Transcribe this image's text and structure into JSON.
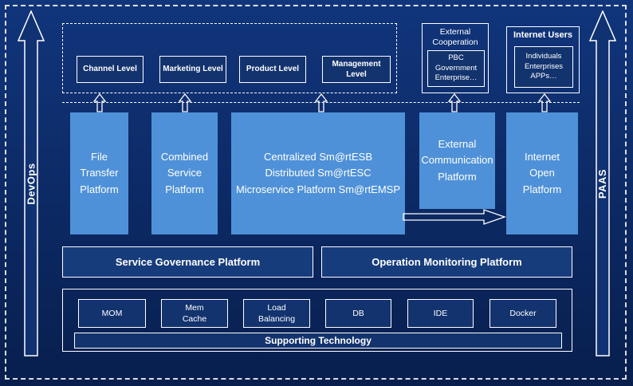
{
  "colors": {
    "bg-top": "#11357c",
    "bg-bottom": "#081f4e",
    "light-box": "#4f91d8",
    "dark-box": "#13336e",
    "line": "#ffffff"
  },
  "diagram": {
    "left_rail": {
      "label": "DevOps"
    },
    "right_rail": {
      "label": "PAAS"
    },
    "channels": {
      "items": [
        {
          "label": "Channel Level"
        },
        {
          "label": "Marketing Level"
        },
        {
          "label": "Product Level"
        },
        {
          "label": "Management Level"
        }
      ]
    },
    "external_cooperation": {
      "title": "External\nCooperation",
      "item": "PBC Government\nEnterprise…"
    },
    "internet_users": {
      "title": "Internet Users",
      "item": "Individuals\nEnterprises\nAPPs…"
    },
    "platforms": {
      "file_transfer": "File\nTransfer\nPlatform",
      "combined_service": "Combined\nService\nPlatform",
      "central": "Centralized Sm@rtESB\nDistributed Sm@rtESC\nMicroservice Platform Sm@rtEMSP",
      "external_communication": "External\nCommunication\nPlatform",
      "internet_open": "Internet\nOpen\nPlatform"
    },
    "governance": {
      "label": "Service Governance Platform"
    },
    "monitoring": {
      "label": "Operation Monitoring Platform"
    },
    "technology": {
      "items": [
        {
          "label": "MOM"
        },
        {
          "label": "Mem\nCache"
        },
        {
          "label": "Load\nBalancing"
        },
        {
          "label": "DB"
        },
        {
          "label": "IDE"
        },
        {
          "label": "Docker"
        }
      ],
      "footer": "Supporting Technology"
    }
  }
}
